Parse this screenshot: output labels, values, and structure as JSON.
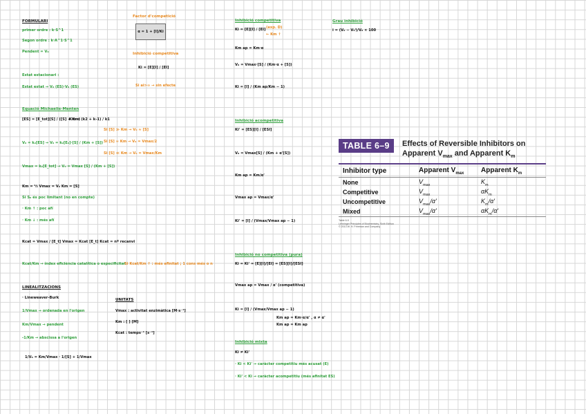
{
  "left": {
    "formularis": "FORMULARI",
    "primer_ordre": "primer ordre :  k·S^1",
    "segon_ordre": "Segon ordre :  k·A^1·S^1",
    "pendent": "Pendent = V₀",
    "estat_estacionari": "Estat estacionari :",
    "esestat": "Estat estat → V₀ (ES)·V₀ (ES)",
    "equacio_mm": "Equació Michaelis-Menten",
    "es_eq": "[ES] = [E_tot][S] / ([S] + Km)",
    "km_eq": "Km = (k2 + k-1) / k1",
    "v0_eq": "V₀ = k₂[ES]  →  V₀ = k₂[E₀]·[S] / (Km + [S])",
    "vmax_eq": "Vmax = k₂[E_tot]  →  V₀ = Vmax [S] / (Km + [S])",
    "half": "Km = ½ Vmax = V₀      Km = [S]",
    "si_s": "Si S₀ és poc limitant (no en compte)",
    "km_up": "· Km ↑ : poc afí",
    "km_down": "· Km ↓ : més afí",
    "kcat_eq": "Kcat = Vmax / [E_t]      Vmax = Kcat [E_t]       Kcat = nº recanvi",
    "kcat_km": "Kcat/Km → índex eficiència catalítica o especificitat",
    "kcat_km2": "Si Kcat/Km ↑ : més afinitat ; 1 cons més o n",
    "linealitzacions": "LINEALITZACIONS",
    "lineweaver": "· Lineweaver-Burk",
    "lb1": "1/Vmax → ordenada en l'origen",
    "lb2": "Km/Vmax → pendent",
    "lb3": "-1/Km → abscissa a l'origen",
    "lb_eq": "1/V₀ = Km/Vmax · 1/[S] + 1/Vmax",
    "unitats": "UNITATS",
    "u1": "Vmax : activitat enzimàtica  [M·s⁻¹]",
    "u2": "Km : [ ] [M]",
    "u3": "Kcat : temps⁻¹ [s⁻¹]"
  },
  "middle": {
    "factor_title": "Factor d'competició",
    "factor_eq": "α = 1 + [I]/Ki",
    "inhib_title": "Inhibició competitiva",
    "inhib_sub": "(exp. D)",
    "ki_eq": "Ki = [E][I] / [EI]",
    "factor_note": "Si ai>∞ → sin efecte",
    "km_arrow": "← Km ↑",
    "km_s": "Km ap = Km·α",
    "v0_comp": "V₀ = Vmax·[S] / (Km·α + [S])",
    "ki_comp": "Ki = [I] / (Km ap/Km − 1)",
    "incomp_title": "Inhibició acompetitiva",
    "ki_inc": "Ki' = [ES][I] / [ESI]",
    "v0_inc": "V₀ = Vmax[S] / (Km + α'[S])",
    "km_inc": "Km ap = Km/α'",
    "vmax_inc": "Vmax ap = Vmax/α'",
    "ki_inc2": "Ki' = [I] / (Vmax/Vmax ap − 1)",
    "s_ki1": "Si [S] ≫ Km  →  V₀ ≈ [S]",
    "s_ki2": "Si [S] ≈ Km  →  V₀ = Vmax/2",
    "s_ki3": "Si [S] ≪ Km  →  V₀ = Vmax/Km",
    "nc_title": "Inhibició no competitiva (pura)",
    "ki_nc": "Ki = Ki' = [E][I]/[EI] = [ES][I]/[ESI]",
    "vmax_nc": "Vmax ap = Vmax / α' (competitiva)",
    "ki_nc2": "Ki = [I] / (Vmax/Vmax ap − 1)",
    "kmap_nc": "Km ap = Km·α/α'  , α ≠ α'",
    "kmap_nc2": "Km ap = Km ap",
    "mixta_title": "Inhibició mixta",
    "mixta1": "Ki ≠ Ki'",
    "mixta2": "· Ki < Ki' → caràcter competitiu més acusat (E)",
    "mixta3": "· Ki' < Ki → caràcter acompetitiu (més afinitat ES)"
  },
  "right": {
    "grau_title": "Grau inhibició",
    "grau_eq": "i = (V₀ − V₀ⁱ)/V₀ × 100"
  },
  "table": {
    "badge": "TABLE 6–9",
    "title_line1": "Effects of Reversible Inhibitors on",
    "title_line2": "Apparent V",
    "title_sub": "max",
    "title_line2b": " and Apparent K",
    "title_sub2": "m",
    "headers": [
      "Inhibitor type",
      "Apparent V",
      "Apparent K"
    ],
    "header_subs": [
      "",
      "max",
      "m"
    ],
    "rows": [
      {
        "type": "None",
        "v": "V",
        "vsub": "max",
        "vtail": "",
        "k": "K",
        "ksub": "m",
        "ktail": ""
      },
      {
        "type": "Competitive",
        "v": "V",
        "vsub": "max",
        "vtail": "",
        "k": "αK",
        "ksub": "m",
        "ktail": ""
      },
      {
        "type": "Uncompetitive",
        "v": "V",
        "vsub": "max",
        "vtail": "/α′",
        "k": "K",
        "ksub": "m",
        "ktail": "/α′"
      },
      {
        "type": "Mixed",
        "v": "V",
        "vsub": "max",
        "vtail": "/α′",
        "k": "αK",
        "ksub": "m",
        "ktail": "/α′"
      }
    ],
    "foot1": "Table 6-9",
    "foot2": "Lehninger Principles of Biochemistry, Sixth Edition",
    "foot3": "© 2013 W. H. Freeman and Company"
  },
  "colors": {
    "green": "#2e9e3a",
    "orange": "#e8891f",
    "purple": "#5a3d87"
  }
}
